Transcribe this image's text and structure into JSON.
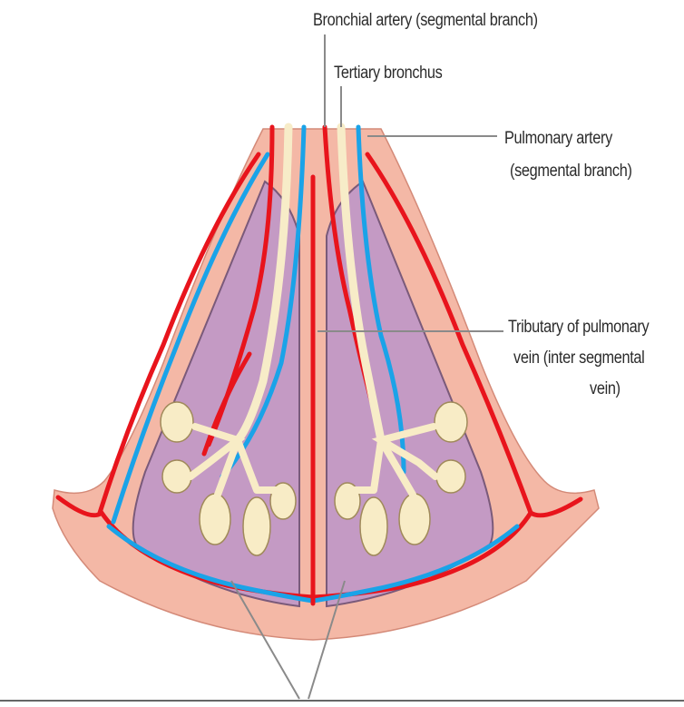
{
  "labels": {
    "bronchial_artery": "Bronchial artery (segmental branch)",
    "tertiary_bronchus": "Tertiary bronchus",
    "pulmonary_artery_1": "Pulmonary artery",
    "pulmonary_artery_2": "(segmental branch)",
    "tributary_1": "Tributary of pulmonary",
    "tributary_2": "vein (inter segmental",
    "tributary_3": "vein)"
  },
  "colors": {
    "pleura": "#f4b8a6",
    "segment": "#c49ac4",
    "segment_edge": "#7a5a7a",
    "artery": "#e8141c",
    "pulmonary_artery": "#1aa3e8",
    "bronchus": "#f7ecc8",
    "bronchus_edge": "#a08a5a",
    "alveoli": "#f8ecc6",
    "leader_line": "#8a8a8a"
  }
}
